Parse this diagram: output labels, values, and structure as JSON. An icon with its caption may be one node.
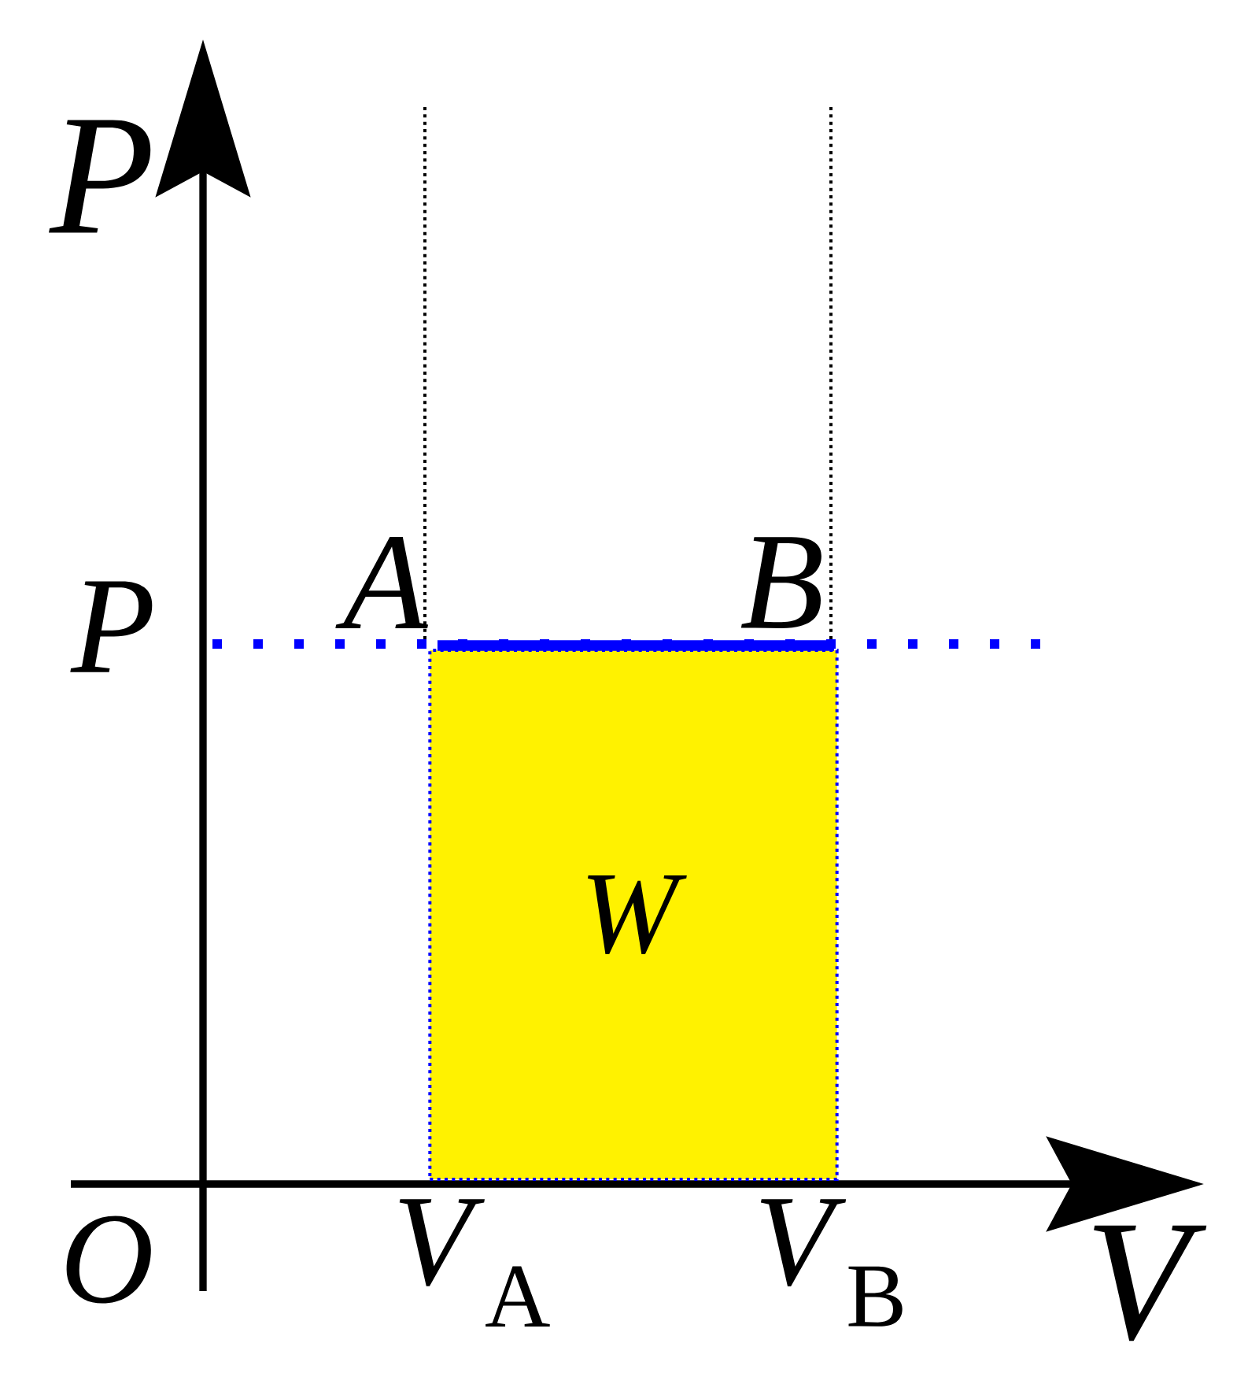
{
  "diagram": {
    "nodes": [
      {
        "text": [
          "*W*"
        ]
      }
    ],
    "labels": [
      "*P*",
      "*A*",
      "*B*",
      "*P*",
      "*O*",
      "*V*$_{A}$",
      "*V*$_{B}$",
      "*V*"
    ]
  }
}
